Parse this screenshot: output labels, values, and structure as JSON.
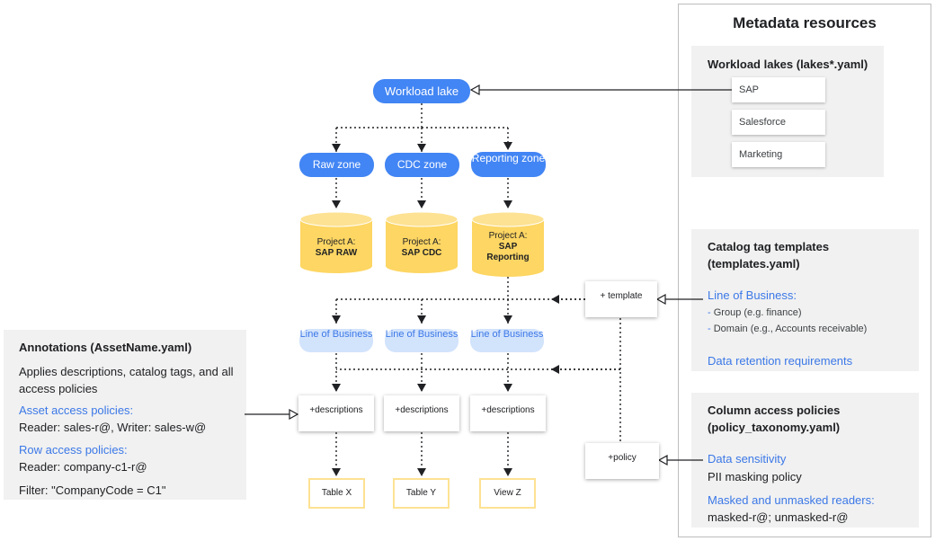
{
  "metadata_panel": {
    "title": "Metadata resources",
    "workload_lakes": {
      "title": "Workload lakes (lakes*.yaml)",
      "items": [
        "SAP",
        "Salesforce",
        "Marketing"
      ]
    },
    "catalog_tag_templates": {
      "title_line1": "Catalog tag templates",
      "title_line2": "(templates.yaml)",
      "line_of_business": "Line of Business:",
      "group": "Group (e.g. finance)",
      "domain": "Domain (e.g., Accounts receivable)",
      "data_retention": "Data retention requirements"
    },
    "column_access_policies": {
      "title_line1": "Column access policies",
      "title_line2": "(policy_taxonomy.yaml)",
      "data_sensitivity": "Data sensitivity",
      "pii_masking": "PII masking policy",
      "masked_readers_label": "Masked and unmasked readers:",
      "masked_readers_value": "masked-r@; unmasked-r@"
    }
  },
  "diagram": {
    "workload_lake": "Workload lake",
    "zones": [
      "Raw zone",
      "CDC zone",
      "Reporting zone"
    ],
    "projects": [
      {
        "line1": "Project A:",
        "line2": "SAP RAW",
        "line3": ""
      },
      {
        "line1": "Project A:",
        "line2": "SAP CDC",
        "line3": ""
      },
      {
        "line1": "Project A:",
        "line2": "SAP",
        "line3": "Reporting"
      }
    ],
    "lob_tags": [
      "Line of Business",
      "Line of Business",
      "Line of Business"
    ],
    "descriptions": [
      "+descriptions",
      "+descriptions",
      "+descriptions"
    ],
    "tables": [
      "Table X",
      "Table Y",
      "View Z"
    ],
    "template_card": "+ template",
    "policy_card": "+policy"
  },
  "annotations": {
    "title": "Annotations (AssetName.yaml)",
    "description": "Applies descriptions, catalog tags, and all access policies",
    "asset_access_label": "Asset access policies:",
    "asset_access_value": "Reader: sales-r@, Writer: sales-w@",
    "row_access_label": "Row access policies:",
    "row_access_value": "Reader: company-c1-r@",
    "filter": "Filter: \"CompanyCode = C1\""
  },
  "colors": {
    "pill_blue": "#4285f4",
    "light_blue": "#d2e3fc",
    "accent_text_blue": "#3b78e7",
    "cylinder_yellow": "#fdd663",
    "table_border_yellow": "#fde293",
    "panel_gray": "#f1f1f1"
  }
}
